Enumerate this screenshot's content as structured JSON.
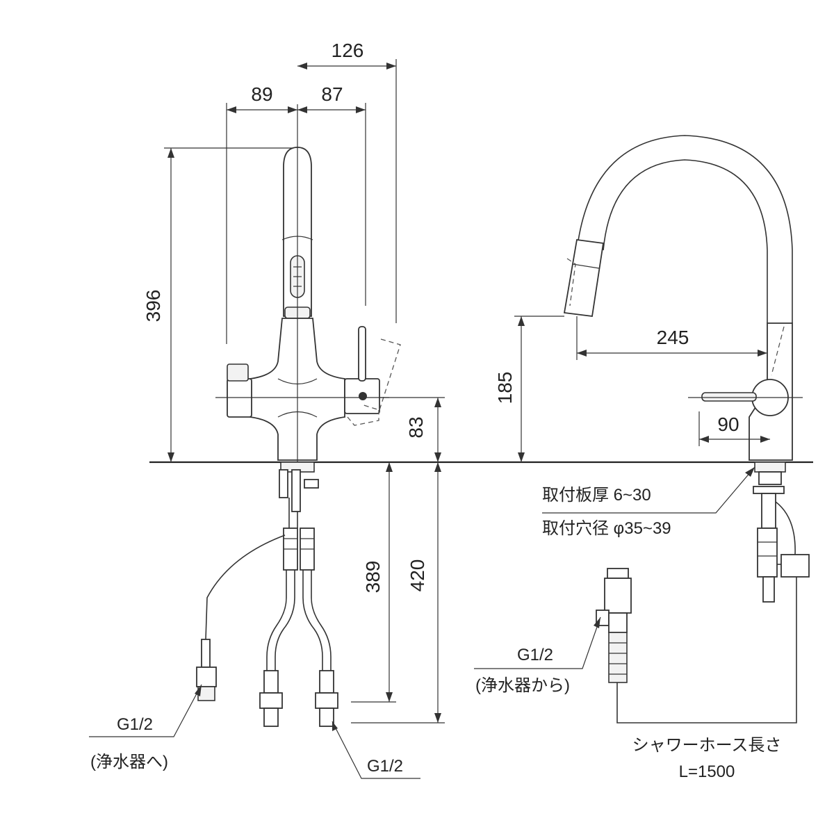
{
  "colors": {
    "line": "#333333",
    "text": "#222222",
    "background": "#ffffff"
  },
  "dimensions": {
    "top_overall": "126",
    "top_left": "89",
    "top_right": "87",
    "height_overall": "396",
    "lever_height": "83",
    "below_deck_a": "389",
    "below_deck_b": "420",
    "side_height": "185",
    "spout_reach": "245",
    "lever_offset": "90"
  },
  "notes": {
    "plate_thickness": "取付板厚 6~30",
    "hole_diameter": "取付穴径 φ35~39",
    "left_connector": "G1/2",
    "left_connector_sub": "(浄水器へ)",
    "bottom_connector": "G1/2",
    "right_connector": "G1/2",
    "right_connector_sub": "(浄水器から)",
    "shower_hose": "シャワーホース長さ",
    "shower_hose_length": "L=1500"
  }
}
